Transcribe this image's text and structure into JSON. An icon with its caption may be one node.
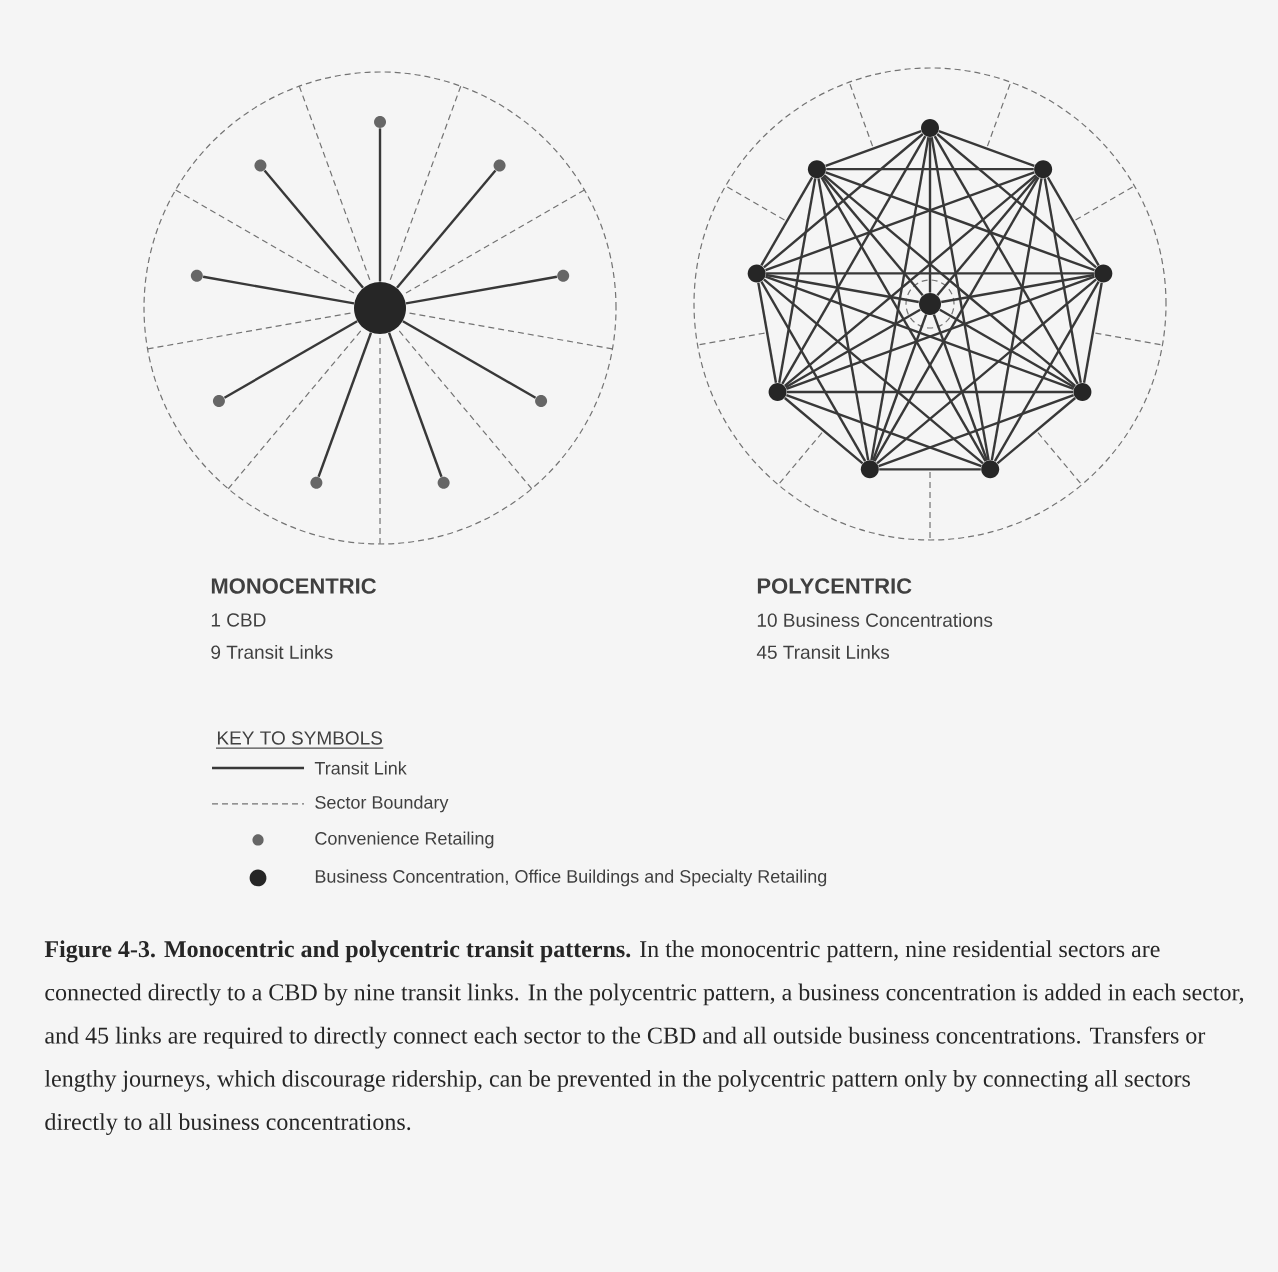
{
  "diagram": {
    "caption": "**Figure 4-3. Monocentric and polycentric transit patterns.** In the monocentric pattern, nine residential sectors are connected directly to a CBD by nine transit links. In the polycentric pattern, a business concentration is added in each sector, and 45 links are required to directly connect each sector to the CBD and all outside business concentrations. Transfers or lengthy journeys, which discourage ridership, can be prevented in the polycentric pattern only by connecting all sectors directly to all business concentrations.",
    "nodes": [
      {
        "text": [],
        "shape": "circle"
      },
      {
        "text": [],
        "shape": "circle"
      },
      {
        "text": [],
        "shape": "circle"
      },
      {
        "text": [],
        "shape": "circle"
      },
      {
        "text": [],
        "shape": "circle"
      },
      {
        "text": [],
        "shape": "circle"
      },
      {
        "text": [],
        "shape": "circle"
      },
      {
        "text": [],
        "shape": "circle"
      },
      {
        "text": [],
        "shape": "circle"
      },
      {
        "text": [],
        "shape": "circle"
      },
      {
        "text": [],
        "shape": "circle"
      },
      {
        "text": [],
        "shape": "circle"
      },
      {
        "text": [],
        "shape": "circle"
      },
      {
        "text": [],
        "shape": "circle"
      },
      {
        "text": [],
        "shape": "circle"
      },
      {
        "text": [],
        "shape": "circle"
      },
      {
        "text": [],
        "shape": "circle"
      },
      {
        "text": [],
        "shape": "circle"
      },
      {
        "text": [],
        "shape": "circle"
      },
      {
        "text": [],
        "shape": "circle"
      }
    ],
    "edges": [
      {
        "from": 0,
        "to": 1,
        "arrow": "none"
      },
      {
        "from": 0,
        "to": 2,
        "arrow": "none"
      },
      {
        "from": 0,
        "to": 3,
        "arrow": "none"
      },
      {
        "from": 0,
        "to": 4,
        "arrow": "none"
      },
      {
        "from": 0,
        "to": 5,
        "arrow": "none"
      },
      {
        "from": 0,
        "to": 6,
        "arrow": "none"
      },
      {
        "from": 0,
        "to": 7,
        "arrow": "none"
      },
      {
        "from": 0,
        "to": 8,
        "arrow": "none"
      },
      {
        "from": 0,
        "to": 9,
        "arrow": "none"
      },
      {
        "from": 10,
        "to": 11,
        "arrow": "none"
      },
      {
        "from": 10,
        "to": 12,
        "arrow": "none"
      },
      {
        "from": 10,
        "to": 13,
        "arrow": "none"
      },
      {
        "from": 10,
        "to": 14,
        "arrow": "none"
      },
      {
        "from": 10,
        "to": 15,
        "arrow": "none"
      },
      {
        "from": 10,
        "to": 16,
        "arrow": "none"
      },
      {
        "from": 10,
        "to": 17,
        "arrow": "none"
      },
      {
        "from": 10,
        "to": 18,
        "arrow": "none"
      },
      {
        "from": 10,
        "to": 19,
        "arrow": "none"
      },
      {
        "from": 11,
        "to": 12,
        "arrow": "none"
      },
      {
        "from": 11,
        "to": 13,
        "arrow": "none"
      },
      {
        "from": 11,
        "to": 14,
        "arrow": "none"
      },
      {
        "from": 11,
        "to": 15,
        "arrow": "none"
      },
      {
        "from": 11,
        "to": 16,
        "arrow": "none"
      },
      {
        "from": 11,
        "to": 17,
        "arrow": "none"
      },
      {
        "from": 11,
        "to": 18,
        "arrow": "none"
      },
      {
        "from": 11,
        "to": 19,
        "arrow": "none"
      },
      {
        "from": 12,
        "to": 13,
        "arrow": "none"
      },
      {
        "from": 12,
        "to": 14,
        "arrow": "none"
      },
      {
        "from": 12,
        "to": 15,
        "arrow": "none"
      },
      {
        "from": 12,
        "to": 16,
        "arrow": "none"
      },
      {
        "from": 12,
        "to": 17,
        "arrow": "none"
      },
      {
        "from": 12,
        "to": 18,
        "arrow": "none"
      },
      {
        "from": 12,
        "to": 19,
        "arrow": "none"
      },
      {
        "from": 13,
        "to": 14,
        "arrow": "none"
      },
      {
        "from": 13,
        "to": 15,
        "arrow": "none"
      },
      {
        "from": 13,
        "to": 16,
        "arrow": "none"
      },
      {
        "from": 13,
        "to": 17,
        "arrow": "none"
      },
      {
        "from": 13,
        "to": 18,
        "arrow": "none"
      },
      {
        "from": 13,
        "to": 19,
        "arrow": "none"
      },
      {
        "from": 14,
        "to": 15,
        "arrow": "none"
      },
      {
        "from": 14,
        "to": 16,
        "arrow": "none"
      },
      {
        "from": 14,
        "to": 17,
        "arrow": "none"
      },
      {
        "from": 14,
        "to": 18,
        "arrow": "none"
      },
      {
        "from": 14,
        "to": 19,
        "arrow": "none"
      },
      {
        "from": 15,
        "to": 16,
        "arrow": "none"
      },
      {
        "from": 15,
        "to": 17,
        "arrow": "none"
      },
      {
        "from": 15,
        "to": 18,
        "arrow": "none"
      },
      {
        "from": 15,
        "to": 19,
        "arrow": "none"
      },
      {
        "from": 16,
        "to": 17,
        "arrow": "none"
      },
      {
        "from": 16,
        "to": 18,
        "arrow": "none"
      },
      {
        "from": 16,
        "to": 19,
        "arrow": "none"
      },
      {
        "from": 17,
        "to": 18,
        "arrow": "none"
      },
      {
        "from": 17,
        "to": 19,
        "arrow": "none"
      },
      {
        "from": 18,
        "to": 19,
        "arrow": "none"
      }
    ],
    "labels": [
      "MONOCENTRIC",
      "1 CBD",
      "9 Transit Links",
      "POLYCENTRIC",
      "10 Business Concentrations",
      "45 Transit Links",
      "KEY TO SYMBOLS"
    ],
    "legend": [
      {
        "text": "Transit Link"
      },
      {
        "text": "Sector Boundary"
      },
      {
        "text": "Convenience Retailing"
      },
      {
        "text": "Business Concentration, Office Buildings and Specialty Retailing"
      }
    ]
  }
}
